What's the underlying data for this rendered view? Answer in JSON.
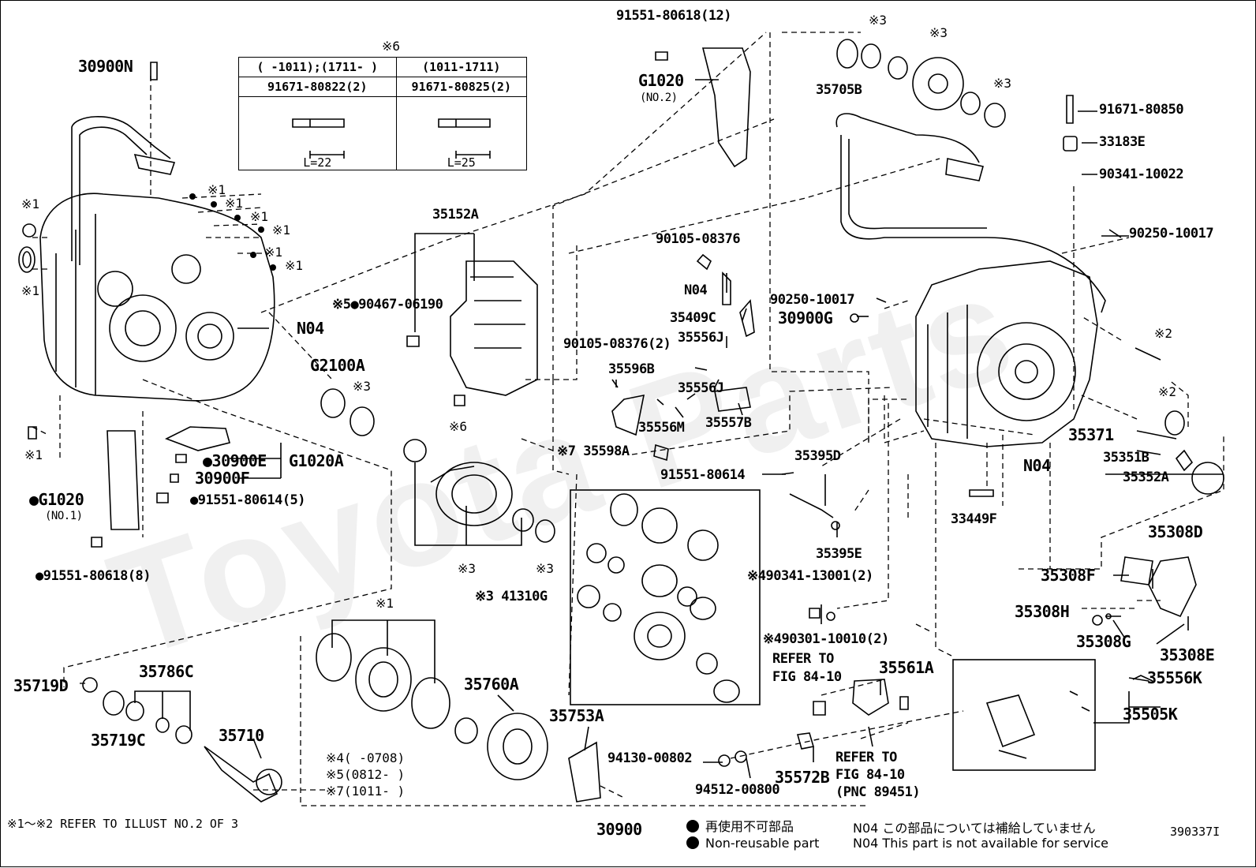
{
  "watermark": "Toyota Parts",
  "table": {
    "note": "※6",
    "headers": [
      "( -1011);(1711- )",
      "(1011-1711)"
    ],
    "parts": [
      "91671-80822(2)",
      "91671-80825(2)"
    ],
    "lengths": [
      "L=22",
      "L=25"
    ]
  },
  "labels": {
    "p30900N": "30900N",
    "p91551_80618_12": "91551-80618(12)",
    "pG1020_top": "G1020",
    "pG1020_top_sub": "(NO.2)",
    "p35705B": "35705B",
    "p91671_80850": "91671-80850",
    "p33183E": "33183E",
    "p90341_10022": "90341-10022",
    "p90250_10017_a": "90250-10017",
    "p35152A": "35152A",
    "p90105_08376": "90105-08376",
    "pN04_small": "N04",
    "p90467_06190": "※5●90467-06190",
    "pN04_left": "N04",
    "p35409C": "35409C",
    "p90250_10017_b": "90250-10017",
    "p30900G": "30900G",
    "p35556J_a": "35556J",
    "p90105_08376_2": "90105-08376(2)",
    "pG2100A": "G2100A",
    "p35596B": "35596B",
    "p35556J_b": "35556J",
    "p35556M": "35556M",
    "p35557B": "35557B",
    "p30900E": "●30900E",
    "pG1020A": "G1020A",
    "p30900F": "30900F",
    "p91551_80614_5": "●91551-80614(5)",
    "pG1020_left": "●G1020",
    "pG1020_left_sub": "(NO.1)",
    "p91551_80618_8": "●91551-80618(8)",
    "p35598A": "※7 35598A",
    "p35395D": "35395D",
    "p91551_80614": "91551-80614",
    "p35371": "35371",
    "p35351B": "35351B",
    "p35352A": "35352A",
    "pN04_right": "N04",
    "p33449F": "33449F",
    "p35395E": "35395E",
    "p90341_13001": "※490341-13001(2)",
    "p41310G": "※3 41310G",
    "p35308D": "35308D",
    "p35308F": "35308F",
    "p35308H": "35308H",
    "p35308G": "35308G",
    "p35308E": "35308E",
    "p90301_10010": "※490301-10010(2)",
    "p35719D": "35719D",
    "p35786C": "35786C",
    "p35719C": "35719C",
    "p35710": "35710",
    "p35760A": "35760A",
    "p35753A": "35753A",
    "pRefer1a": "REFER TO",
    "pRefer1b": "FIG 84-10",
    "p35561A": "35561A",
    "p35556K": "35556K",
    "p35505K": "35505K",
    "p94130_00802": "94130-00802",
    "p94512_00800": "94512-00800",
    "p35572B": "35572B",
    "pRefer2a": "REFER TO",
    "pRefer2b": "FIG 84-10",
    "pRefer2c": "(PNC 89451)",
    "p30900": "30900"
  },
  "marks": {
    "m1": "※1",
    "m2": "※1",
    "m3": "※1",
    "m4": "※1",
    "m5": "※1",
    "m6": "※1",
    "m7": "※1",
    "m8": "※1",
    "m9": "※1",
    "m10": "※1",
    "m11": "※3",
    "m12": "※3",
    "m13": "※3",
    "m14": "※3",
    "m15": "※3",
    "m16": "※3",
    "m17": "※2",
    "m18": "※2",
    "m19": "※6",
    "m20": "※6"
  },
  "date_notes": [
    "※4(     -0708)",
    "※5(0812-     )",
    "※7(1011-     )"
  ],
  "footer": {
    "refer_note": "※1～※2 REFER TO ILLUST NO.2 OF 3",
    "nonreusable_jp": "再使用不可部品",
    "nonreusable_en": "Non-reusable part",
    "n04_jp": "N04 この部品については補給していません",
    "n04_en": "N04 This part is not available for service",
    "illust_id": "390337I"
  }
}
